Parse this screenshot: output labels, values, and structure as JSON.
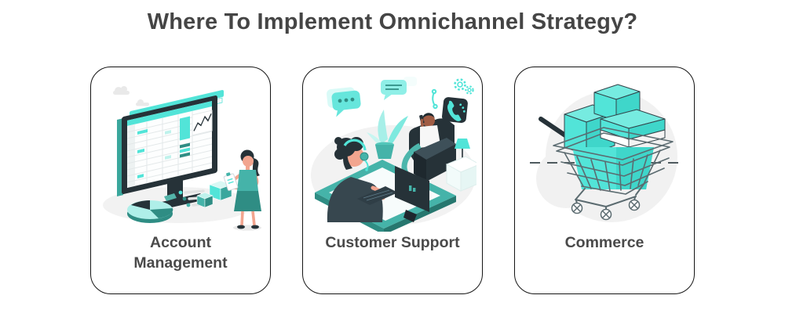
{
  "page": {
    "title": "Where To Implement Omnichannel Strategy?"
  },
  "palette": {
    "title_text": "#454545",
    "label_text": "#4A4A4A",
    "card_border": "#141414",
    "teal_bright": "#52E4D8",
    "teal_light": "#A9F0E9",
    "teal_mid": "#45B3A9",
    "teal_deep": "#2F8D84",
    "navy": "#263238",
    "skin_light": "#F2A58F",
    "skin_dark": "#A05C44",
    "blob_gray": "#F1F1F1",
    "wire_gray": "#5B6B70"
  },
  "cards": [
    {
      "id": "account-management",
      "label": "Account Management",
      "icons": [
        "monitor-spreadsheet",
        "line-chart",
        "pie-chart",
        "data-cubes",
        "analyst-woman-clipboard",
        "clouds"
      ]
    },
    {
      "id": "customer-support",
      "label": "Customer Support",
      "icons": [
        "agent-with-headset",
        "computer-on-tablet",
        "customer-on-armchair-phone",
        "chat-bubbles",
        "phone-badge",
        "gears",
        "plant",
        "lamp-side-table"
      ]
    },
    {
      "id": "commerce",
      "label": "Commerce",
      "icons": [
        "shopping-cart",
        "package-boxes",
        "dashed-line"
      ]
    }
  ]
}
